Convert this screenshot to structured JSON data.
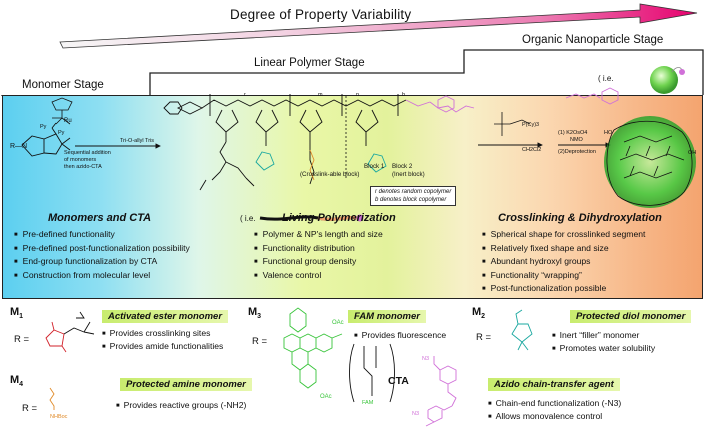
{
  "header": {
    "arrow_title": "Degree of Property Variability",
    "stage_monomer": "Monomer Stage",
    "stage_linear": "Linear Polymer Stage",
    "stage_nanoparticle": "Organic Nanoparticle Stage"
  },
  "panel": {
    "monomers": {
      "title": "Monomers and CTA",
      "bullets": [
        "Pre-defined functionality",
        "Pre-defined post-functionalization possibility",
        "End-group functionalization by CTA",
        "Construction from molecular level"
      ],
      "scheme_note_lines": [
        "Sequential addition",
        "of monomers",
        "then azido-CTA"
      ],
      "reagent_label": "Tri-O-allyl Tris",
      "catalyst_ligand": "Py",
      "catalyst_metal": "Ru",
      "r_label": "R—N"
    },
    "living": {
      "title": "Living Polymerization",
      "bullets": [
        "Polymer & NP's length and size",
        "Functionality distribution",
        "Functional group density",
        "Valence control"
      ],
      "block1": "Block 1",
      "block1_sub": "(Crosslink-able block)",
      "block2": "Block 2",
      "block2_sub": "(Inert block)",
      "ie": "( i.e.",
      "note_r": "r denotes random copolymer",
      "note_b": "b denotes block copolymer",
      "sub_m": "m",
      "sub_n": "n",
      "sub_r": "r",
      "sub_b": "b"
    },
    "crosslinking": {
      "title": "Crosslinking & Dihydroxylation",
      "bullets": [
        "Spherical shape for crosslinked segment",
        "Relatively fixed shape and size",
        "Abundant hydroxyl groups",
        "Functionality “wrapping”",
        "Post-functionalization possible"
      ],
      "catalyst_label": "P(Cy)3",
      "solvent": "CH2Cl2",
      "step1": "(1) K2OsO4",
      "step1b": "NMO",
      "step2": "(2)Deprotection",
      "ie": "( i.e.",
      "oh": "HO",
      "oh2": "OH"
    }
  },
  "legend": {
    "r_eq": "R =",
    "m1": {
      "label": "M",
      "sub": "1",
      "tag": "Activated ester monomer",
      "bullets": [
        "Provides crosslinking sites",
        "Provides amide functionalities"
      ]
    },
    "m3": {
      "label": "M",
      "sub": "3",
      "tag": "FAM monomer",
      "bullets": [
        "Provides fluorescence"
      ],
      "ring_label": "FAM",
      "oac": "OAc"
    },
    "m2": {
      "label": "M",
      "sub": "2",
      "tag": "Protected diol monomer",
      "bullets": [
        "Inert “filler” monomer",
        "Promotes water solubility"
      ]
    },
    "m4": {
      "label": "M",
      "sub": "4",
      "tag": "Protected amine monomer",
      "bullets": [
        "Provides reactive groups (-NH2)"
      ],
      "group": "NHBoc"
    },
    "cta": {
      "label": "CTA",
      "tag": "Azido chain-transfer agent",
      "bullets": [
        "Chain-end functionalization (-N3)",
        "Allows monovalence control"
      ],
      "azide": "N3"
    }
  },
  "colors": {
    "arrow_start": "#f7f7f7",
    "arrow_end": "#e6006e",
    "panel_left": "#5ccff0",
    "panel_mid": "#e9f7a7",
    "panel_right": "#f4a46f",
    "tag_green": "#c8ec6e",
    "fam_green": "#38c43a",
    "ester_red": "#d2222a",
    "azide_magenta": "#d070d8",
    "amine_orange": "#e08a28",
    "diol_teal": "#1aa8a0",
    "np_green": "#3ccc3c"
  }
}
